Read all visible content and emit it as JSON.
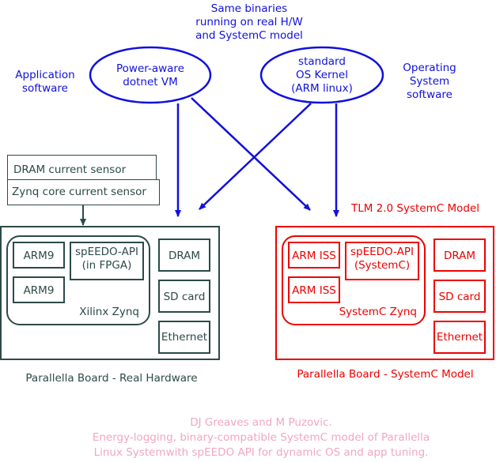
{
  "colors": {
    "software_blue": "#1010e0",
    "hardware_dark": "#2c4a48",
    "model_red": "#ee0000",
    "caption_pink": "#f2a6c0"
  },
  "top": {
    "shared_note": [
      "Same binaries",
      "running on real H/W",
      "and SystemC model"
    ],
    "app_label": [
      "Application",
      "software"
    ],
    "os_label": [
      "Operating",
      "System",
      "software"
    ],
    "vm_ellipse": [
      "Power-aware",
      "dotnet VM"
    ],
    "kernel_ellipse": [
      "standard",
      "OS Kernel",
      "(ARM linux)"
    ]
  },
  "sensors": {
    "dram": "DRAM current sensor",
    "zynq": "Zynq core current sensor"
  },
  "real_board": {
    "cpu1": "ARM9",
    "cpu2": "ARM9",
    "api": [
      "spEEDO-API",
      "(in FPGA)"
    ],
    "soc": "Xilinx Zynq",
    "dram": "DRAM",
    "sd": "SD card",
    "eth": "Ethernet",
    "caption": "Parallella Board - Real Hardware"
  },
  "model_board": {
    "heading": "TLM 2.0 SystemC Model",
    "cpu1": "ARM ISS",
    "cpu2": "ARM ISS",
    "api": [
      "spEEDO-API",
      "(SystemC)"
    ],
    "soc": "SystemC Zynq",
    "dram": "DRAM",
    "sd": "SD card",
    "eth": "Ethernet",
    "caption": "Parallella Board - SystemC Model"
  },
  "footer": [
    "DJ Greaves and M Puzovic.",
    "Energy-logging, binary-compatible  SystemC model of Parallella",
    "Linux Systemwith spEEDO API for dynamic OS and app tuning."
  ]
}
